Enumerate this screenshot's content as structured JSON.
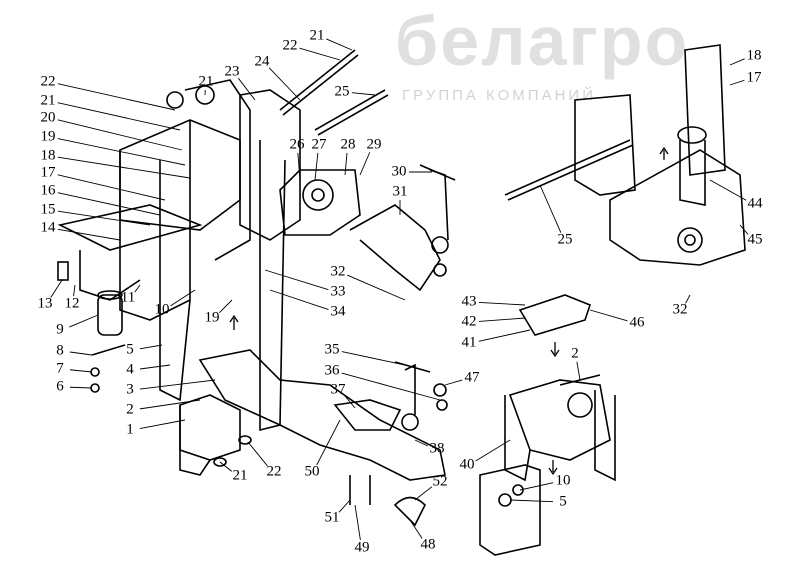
{
  "watermark": {
    "brand": "белагро",
    "subtitle": "ГРУППА КОМПАНИЙ"
  },
  "labels": [
    "22",
    "21",
    "20",
    "19",
    "18",
    "17",
    "16",
    "15",
    "14",
    "13",
    "12",
    "11",
    "9",
    "8",
    "7",
    "6",
    "5",
    "4",
    "3",
    "2",
    "1",
    "10",
    "19",
    "21",
    "22",
    "21",
    "22",
    "24",
    "25",
    "23",
    "21",
    "26",
    "27",
    "28",
    "29",
    "30",
    "31",
    "32",
    "33",
    "34",
    "35",
    "36",
    "37",
    "47",
    "50",
    "38",
    "52",
    "51",
    "49",
    "48",
    "43",
    "42",
    "41",
    "46",
    "32",
    "25",
    "44",
    "45",
    "18",
    "17",
    "2",
    "40",
    "10",
    "5"
  ]
}
